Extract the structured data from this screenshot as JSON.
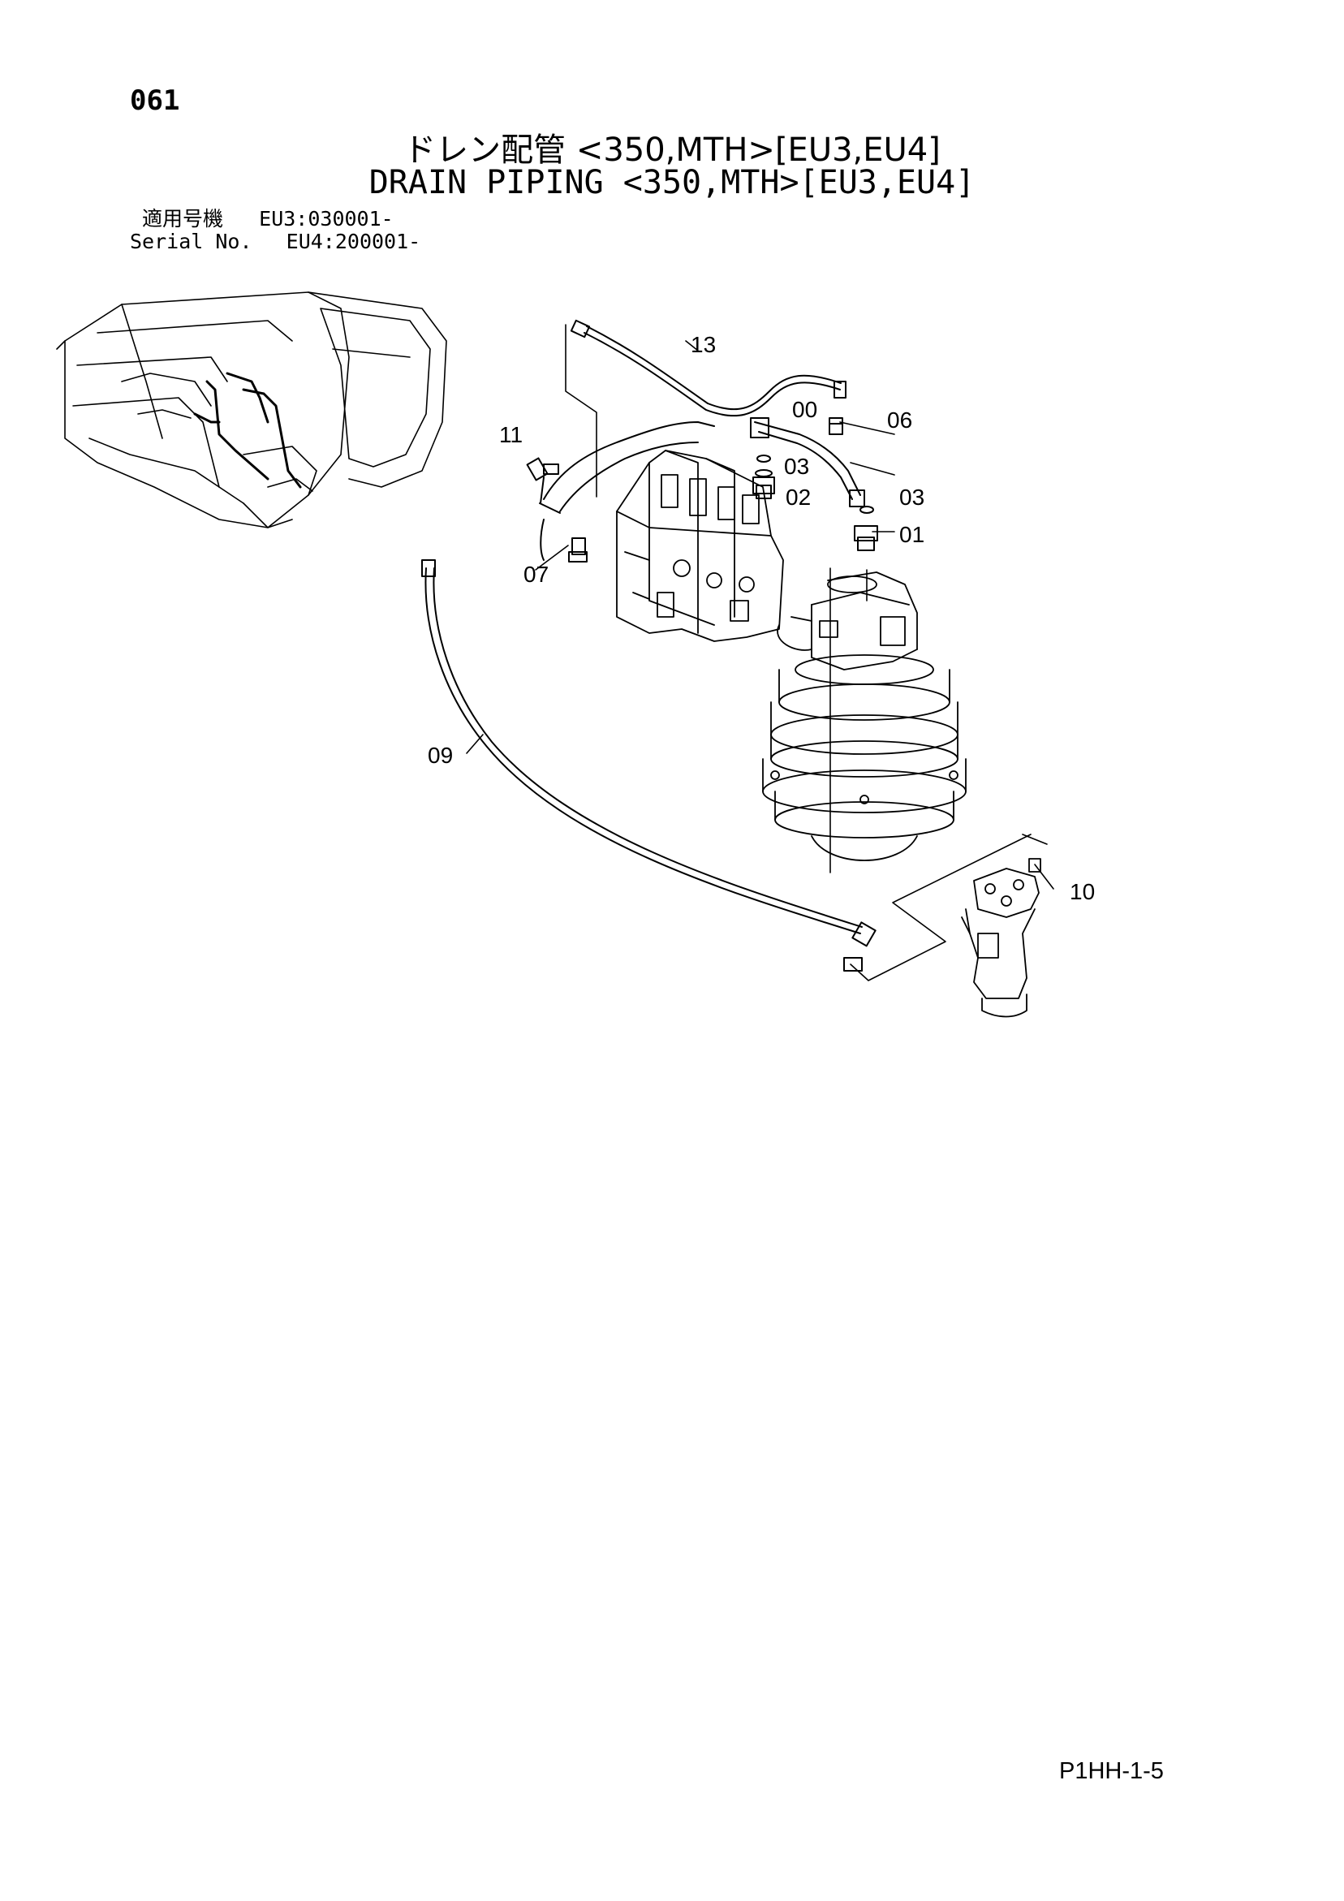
{
  "page": {
    "number": "061",
    "title_ja": "ドレン配管 <350,MTH>[EU3,EU4]",
    "title_en": "DRAIN PIPING <350,MTH>[EU3,EU4]",
    "serial_label_ja": "適用号機",
    "serial_label_en": "Serial No.",
    "serial_eu3": "EU3:030001-",
    "serial_eu4": "EU4:200001-",
    "doc_code": "P1HH-1-5"
  },
  "callouts": [
    "13",
    "00",
    "06",
    "11",
    "03",
    "02",
    "03",
    "01",
    "07",
    "09",
    "10"
  ]
}
